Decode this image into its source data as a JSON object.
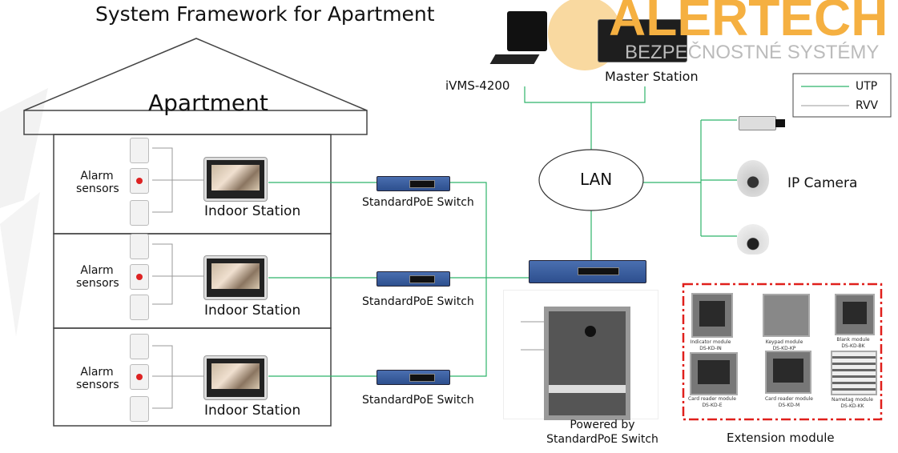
{
  "title": "System Framework for Apartment",
  "house_label": "Apartment",
  "floors": [
    {
      "sensors_label": "Alarm sensors",
      "station_label": "Indoor Station",
      "switch_label": "StandardPoE Switch"
    },
    {
      "sensors_label": "Alarm sensors",
      "station_label": "Indoor Station",
      "switch_label": "StandardPoE Switch"
    },
    {
      "sensors_label": "Alarm sensors",
      "station_label": "Indoor Station",
      "switch_label": "StandardPoE Switch"
    }
  ],
  "ivms_label": "iVMS-4200",
  "master_label": "Master Station",
  "lan_label": "LAN",
  "camera_label": "IP Camera",
  "door_station_label": "Powered by StandardPoE Switch",
  "extension_label": "Extension module",
  "modules": [
    {
      "name": "Indicator module",
      "model": "DS-KD-IN"
    },
    {
      "name": "Keypad module",
      "model": "DS-KD-KP"
    },
    {
      "name": "Blank module",
      "model": "DS-KD-BK"
    },
    {
      "name": "Card reader module",
      "model": "DS-KD-E"
    },
    {
      "name": "Card reader module",
      "model": "DS-KD-M"
    },
    {
      "name": "Nametag module",
      "model": "DS-KD-KK"
    }
  ],
  "legend": {
    "utp": "UTP",
    "rvv": "RVV"
  },
  "watermark": {
    "brand": "ALERTECH",
    "tagline": "BEZPEČNOSTNÉ SYSTÉMY"
  },
  "colors": {
    "utp": "#2fb36a",
    "rvv": "#999999",
    "extension_border": "#e0201c",
    "watermark": "#f5b041"
  }
}
